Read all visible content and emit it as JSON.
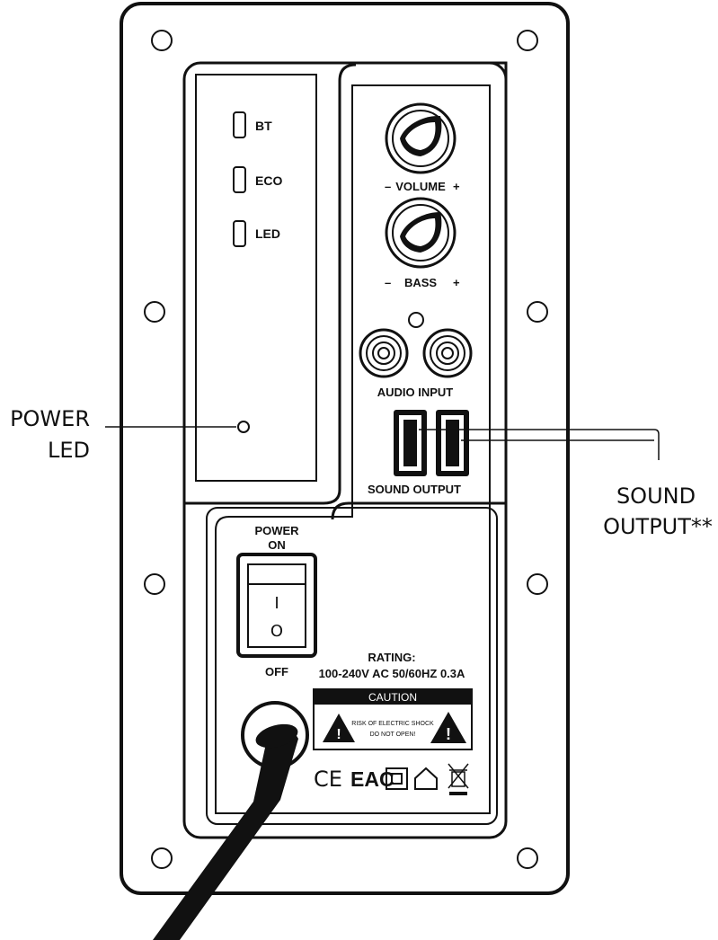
{
  "indicators": {
    "bt": "BT",
    "eco": "ECO",
    "led": "LED"
  },
  "controls": {
    "volume": "VOLUME",
    "bass": "BASS",
    "minus": "–",
    "plus": "+"
  },
  "audio_input": "AUDIO INPUT",
  "sound_output": "SOUND OUTPUT",
  "power_switch": {
    "title_line1": "POWER",
    "title_line2": "ON",
    "on_mark": "I",
    "off_mark": "O",
    "off_label": "OFF"
  },
  "rating": {
    "title": "RATING:",
    "value": "100-240V AC 50/60HZ 0.3A"
  },
  "caution": {
    "header": "CAUTION",
    "line1": "RISK OF ELECTRIC SHOCK",
    "line2": "DO NOT OPEN!",
    "exclamation": "!"
  },
  "certs": {
    "ce": "CE",
    "eac": "EAC"
  },
  "callouts": {
    "power_led_line1": "POWER",
    "power_led_line2": "LED",
    "sound_output_line1": "SOUND",
    "sound_output_line2": "OUTPUT**"
  }
}
